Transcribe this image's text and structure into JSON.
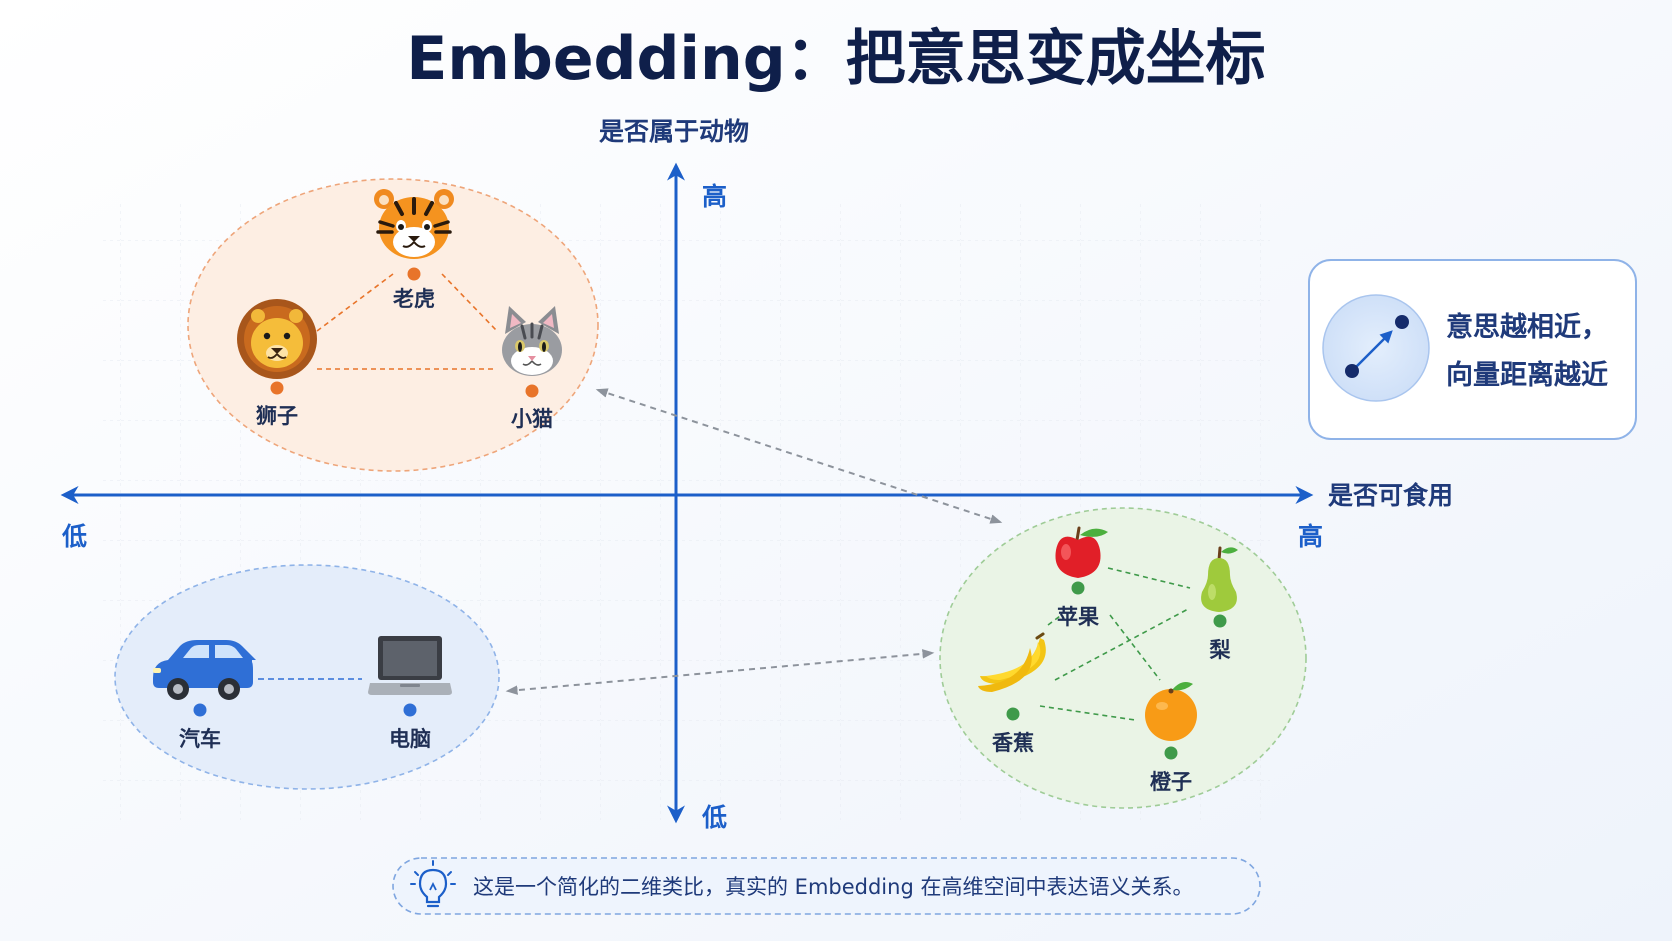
{
  "title": "Embedding：把意思变成坐标",
  "axes": {
    "y_title": "是否属于动物",
    "y_high": "高",
    "y_low": "低",
    "x_title": "是否可食用",
    "x_high": "高",
    "x_low": "低"
  },
  "clusters": {
    "animals": {
      "items": [
        {
          "key": "tiger",
          "label": "老虎",
          "icon": "tiger-face-icon"
        },
        {
          "key": "lion",
          "label": "狮子",
          "icon": "lion-face-icon"
        },
        {
          "key": "cat",
          "label": "小猫",
          "icon": "cat-face-icon"
        }
      ]
    },
    "objects": {
      "items": [
        {
          "key": "car",
          "label": "汽车",
          "icon": "car-icon"
        },
        {
          "key": "laptop",
          "label": "电脑",
          "icon": "laptop-icon"
        }
      ]
    },
    "fruits": {
      "items": [
        {
          "key": "apple",
          "label": "苹果",
          "icon": "apple-icon"
        },
        {
          "key": "pear",
          "label": "梨",
          "icon": "pear-icon"
        },
        {
          "key": "banana",
          "label": "香蕉",
          "icon": "banana-icon"
        },
        {
          "key": "orange",
          "label": "橙子",
          "icon": "orange-icon"
        }
      ]
    }
  },
  "legend": {
    "line1": "意思越相近，",
    "line2": "向量距离越近",
    "icon": "vector-arrow-icon"
  },
  "note": {
    "icon": "lightbulb-icon",
    "text": "这是一个简化的二维类比，真实的 Embedding 在高维空间中表达语义关系。"
  },
  "colors": {
    "axis": "#1c5fc9",
    "title": "#0f1f4a",
    "animals": "#e8742a",
    "objects": "#2f6fd6",
    "fruits": "#3f9a4a"
  }
}
